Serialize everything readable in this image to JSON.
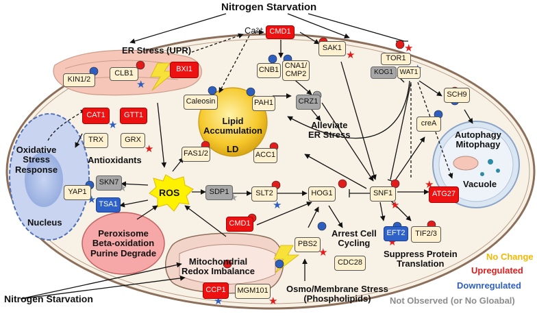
{
  "titles": {
    "nitrogen_top": "Nitrogen Starvation",
    "nitrogen_bottom": "Nitrogen Starvation",
    "er_stress": "ER Stress (UPR)",
    "ca": "Ca²⁺",
    "lipid": "Lipid\nAccumulation",
    "ld": "LD",
    "alleviate": "Alleviate\nER Stress",
    "oxidative": "Oxidative\nStress\nResponse",
    "nucleus": "Nucleus",
    "antioxidants": "Antioxidants",
    "ros": "ROS",
    "peroxisome": "Peroxisome\nBeta-oxidation\nPurine Degrade",
    "mitochondrial": "Mitochondrial\nRedox Imbalance",
    "arrest": "Arrest Cell\nCycling",
    "osmo": "Osmo/Membrane Stress\n(Phospholipids)",
    "suppress": "Suppress Protein\nTranslation",
    "autophagy": "Autophagy\nMitophagy",
    "vacuole": "Vacuole"
  },
  "genes": {
    "kin12": "KIN1/2",
    "clb1": "CLB1",
    "bxi1": "BXI1",
    "cmd1_top": "CMD1",
    "sak1": "SAK1",
    "tor1": "TOR1",
    "kog1": "KOG1",
    "wat1": "WAT1",
    "cnb1": "CNB1",
    "cna1": "CNA1/\nCMP2",
    "caleosin": "Caleosin",
    "pah1": "PAH1",
    "crz1": "CRZ1",
    "sch9": "SCH9",
    "cat1": "CAT1",
    "gtt1": "GTT1",
    "trx": "TRX",
    "grx": "GRX",
    "crea": "creA",
    "fas12": "FAS1/2",
    "acc1": "ACC1",
    "yap1": "YAP1",
    "skn7": "SKN7",
    "tsa1": "TSA1",
    "sdp1": "SDP1",
    "slt2": "SLT2",
    "hog1": "HOG1",
    "snf1": "SNF1",
    "atg27": "ATG27",
    "cmd1_mid": "CMD1",
    "pbs2": "PBS2",
    "eft2": "EFT2",
    "tif23": "TIF2/3",
    "cdc28": "CDC28",
    "ccp1": "CCP1",
    "mgm101": "MGM101"
  },
  "legend": [
    {
      "text": "No Change",
      "color": "#f5b800"
    },
    {
      "text": "Upregulated",
      "color": "#e21b1b"
    },
    {
      "text": "Downregulated",
      "color": "#2e5fbf"
    },
    {
      "text": "Not Observed (or No Gloabal)",
      "color": "#8c8c8c"
    }
  ],
  "colors": {
    "membrane": "#8c6f5a",
    "cytoplasm": "#f8f2e6",
    "ld": "#f6c92d",
    "nucleus": "#9bb1e0",
    "peroxisome": "#f6a7a7",
    "er": "#f6c7b8",
    "up": "#e21b1b",
    "down": "#2e5fbf",
    "nochange": "#f5b800",
    "notobs": "#9e9e9e"
  }
}
